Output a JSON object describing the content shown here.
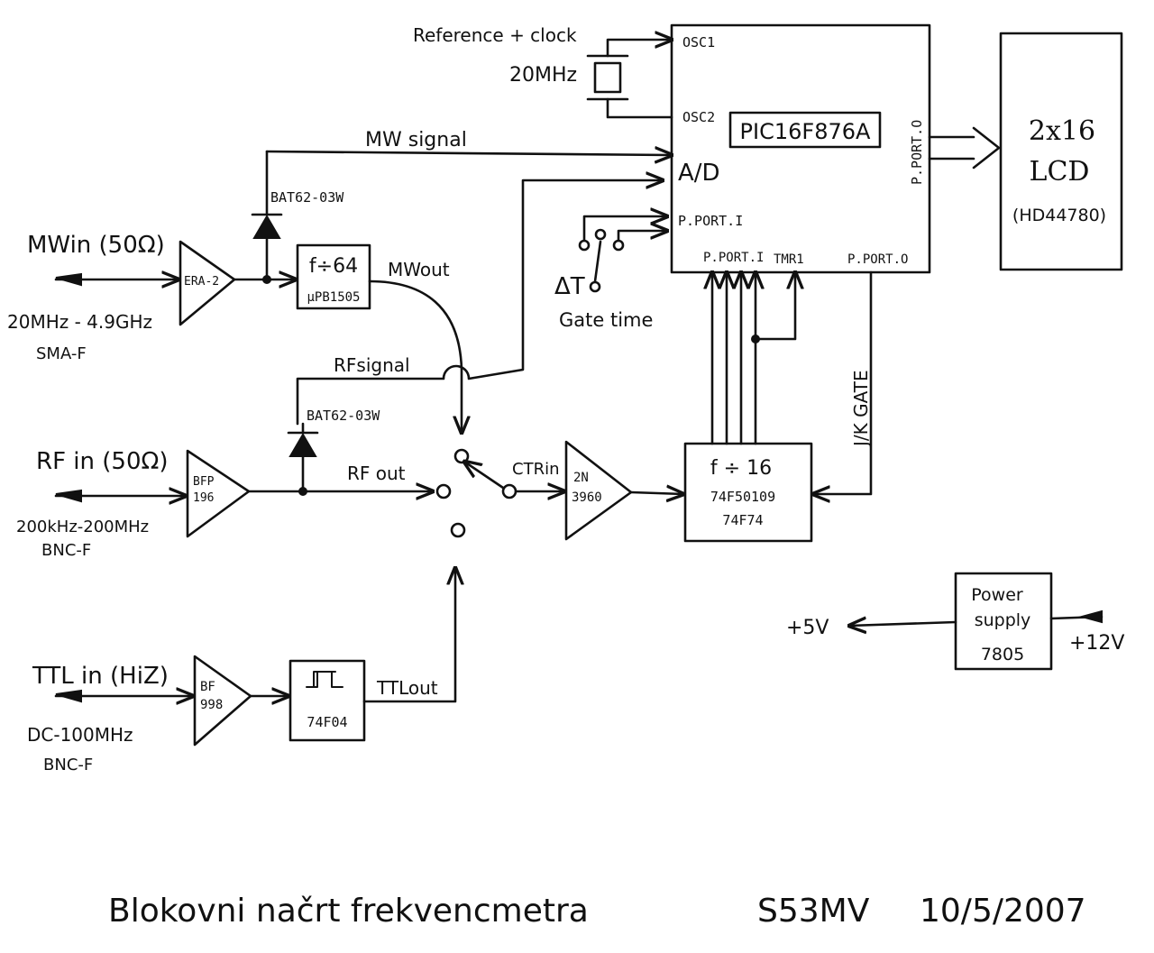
{
  "mcu": {
    "name": "PIC16F876A",
    "osc1": "OSC1",
    "osc2": "OSC2",
    "ad": "A/D",
    "port_in": "P.PORT.I",
    "port_i2": "P.PORT.I",
    "tmr1": "TMR1",
    "port_o_bottom": "P.PORT.O",
    "port_o_right": "P.PORT.O"
  },
  "crystal": {
    "label": "Reference + clock",
    "freq": "20MHz"
  },
  "lcd": {
    "line1": "2x16",
    "line2": "LCD",
    "line3": "(HD44780)"
  },
  "mw": {
    "input_label": "MWin (50Ω)",
    "range": "20MHz - 4.9GHz",
    "connector": "SMA-F",
    "amp": "ERA-2",
    "diode": "BAT62-03W",
    "signal": "MW signal",
    "prescaler_top": "f÷64",
    "prescaler_bottom": "µPB1505",
    "out": "MWout"
  },
  "rf": {
    "input_label": "RF in (50Ω)",
    "range": "200kHz-200MHz",
    "connector": "BNC-F",
    "amp_line1": "BFP",
    "amp_line2": "196",
    "diode": "BAT62-03W",
    "signal": "RFsignal",
    "out": "RF out"
  },
  "ttl": {
    "input_label": "TTL in (HiZ)",
    "range": "DC-100MHz",
    "connector": "BNC-F",
    "amp_line1": "BF",
    "amp_line2": "998",
    "gate": "74F04",
    "out": "TTLout"
  },
  "gate_switch": {
    "symbol": "ΔT",
    "label": "Gate time"
  },
  "ctr": {
    "label": "CTRin",
    "amp_line1": "2N",
    "amp_line2": "3960",
    "div_line1": "f ÷ 16",
    "div_line2": "74F50109",
    "div_line3": "74F74",
    "gate": "J/K GATE"
  },
  "power": {
    "line1": "Power",
    "line2": "supply",
    "line3": "7805",
    "out": "+5V",
    "in": "+12V"
  },
  "footer": {
    "title": "Blokovni načrt frekvencmetra",
    "author": "S53MV",
    "date": "10/5/2007"
  }
}
